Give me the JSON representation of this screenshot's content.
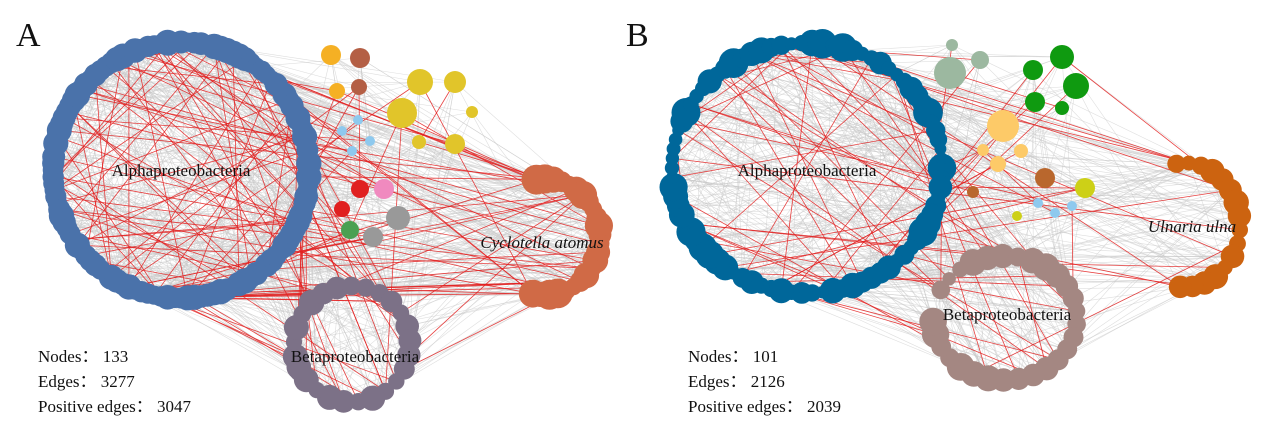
{
  "panels": [
    {
      "id": "A",
      "letter": "A",
      "stats": {
        "nodes": "Nodes：  133",
        "edges": "Edges：  3277",
        "positive_edges": "Positive edges：  3047"
      },
      "clusters": [
        {
          "key": "alpha",
          "label": "Alphaproteobacteria",
          "italic": false,
          "color": "#4a72aa"
        },
        {
          "key": "beta",
          "label": "Betaproteobacteria",
          "italic": false,
          "color": "#7c7187"
        },
        {
          "key": "diatom",
          "label": "Cyclotella atomus",
          "italic": true,
          "color": "#d06a46"
        }
      ],
      "small_group_colors": [
        "#f5b024",
        "#b45f45",
        "#e1c52a",
        "#8ec9ee",
        "#e02020",
        "#f08abf",
        "#999999",
        "#4aa052"
      ]
    },
    {
      "id": "B",
      "letter": "B",
      "stats": {
        "nodes": "Nodes：  101",
        "edges": "Edges：  2126",
        "positive_edges": "Positive edges：  2039"
      },
      "clusters": [
        {
          "key": "alpha",
          "label": "Alphaproteobacteria",
          "italic": false,
          "color": "#00679a"
        },
        {
          "key": "beta",
          "label": "Betaproteobacteria",
          "italic": false,
          "color": "#a48782"
        },
        {
          "key": "diatom",
          "label": "Ulnaria ulna",
          "italic": true,
          "color": "#cc6310"
        }
      ],
      "small_group_colors": [
        "#9cb8a0",
        "#0f9a10",
        "#fdca68",
        "#b9672d",
        "#cdd017",
        "#8ec9ee"
      ]
    }
  ],
  "edge_colors": {
    "positive": "#c8c8c8",
    "negative": "#e32020"
  }
}
